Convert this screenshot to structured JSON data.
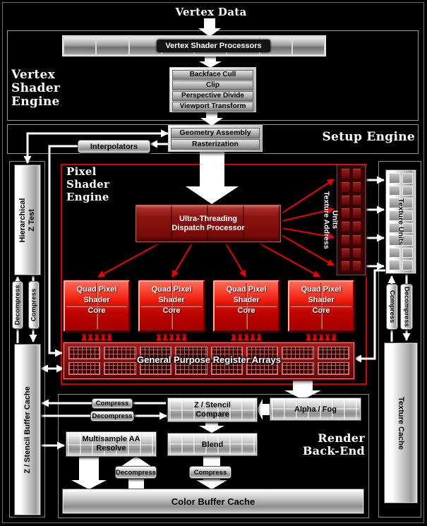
{
  "diagram": {
    "title": "Vertex Data",
    "vertex_shader_engine": {
      "label": "Vertex\nShader\nEngine",
      "processors": "Vertex Shader Processors",
      "stages": [
        "Backface Cull",
        "Clip",
        "Perspective Divide",
        "Viewport Transform"
      ]
    },
    "setup_engine": {
      "label": "Setup Engine",
      "stages": [
        "Geometry Assembly",
        "Rasterization"
      ],
      "interpolators": "Interpolators"
    },
    "pixel_shader_engine": {
      "label": "Pixel\nShader\nEngine",
      "dispatch_processor": "Ultra-Threading\nDispatch Processor",
      "cores": [
        "Quad Pixel Shader Core",
        "Quad Pixel Shader Core",
        "Quad Pixel Shader Core",
        "Quad Pixel Shader Core"
      ],
      "register_arrays": "General Purpose Register Arrays",
      "texture_address_units": "Texture Address\nUnits"
    },
    "depth_pipeline": {
      "hierarchical_z_test": "Hierarchical\nZ Test",
      "decompress": "Decompress",
      "compress": "Compress",
      "z_stencil_buffer_cache": "Z / Stencil Buffer Cache"
    },
    "texture_pipeline": {
      "texture_units": "Texture Units",
      "compress": "Compress",
      "decompress": "Decompress",
      "texture_cache": "Texture Cache"
    },
    "render_back_end": {
      "label": "Render\nBack-End",
      "z_stencil_compare": "Z / Stencil\nCompare",
      "alpha_fog": "Alpha / Fog",
      "blend": "Blend",
      "multisample_aa_resolve": "Multisample AA\nResolve",
      "decompress": "Decompress",
      "compress": "Compress",
      "color_buffer_cache": "Color Buffer Cache"
    },
    "colors": {
      "arrow_red": "#ee0000",
      "engine_border_red": "#d90000",
      "background": "#000000"
    }
  }
}
